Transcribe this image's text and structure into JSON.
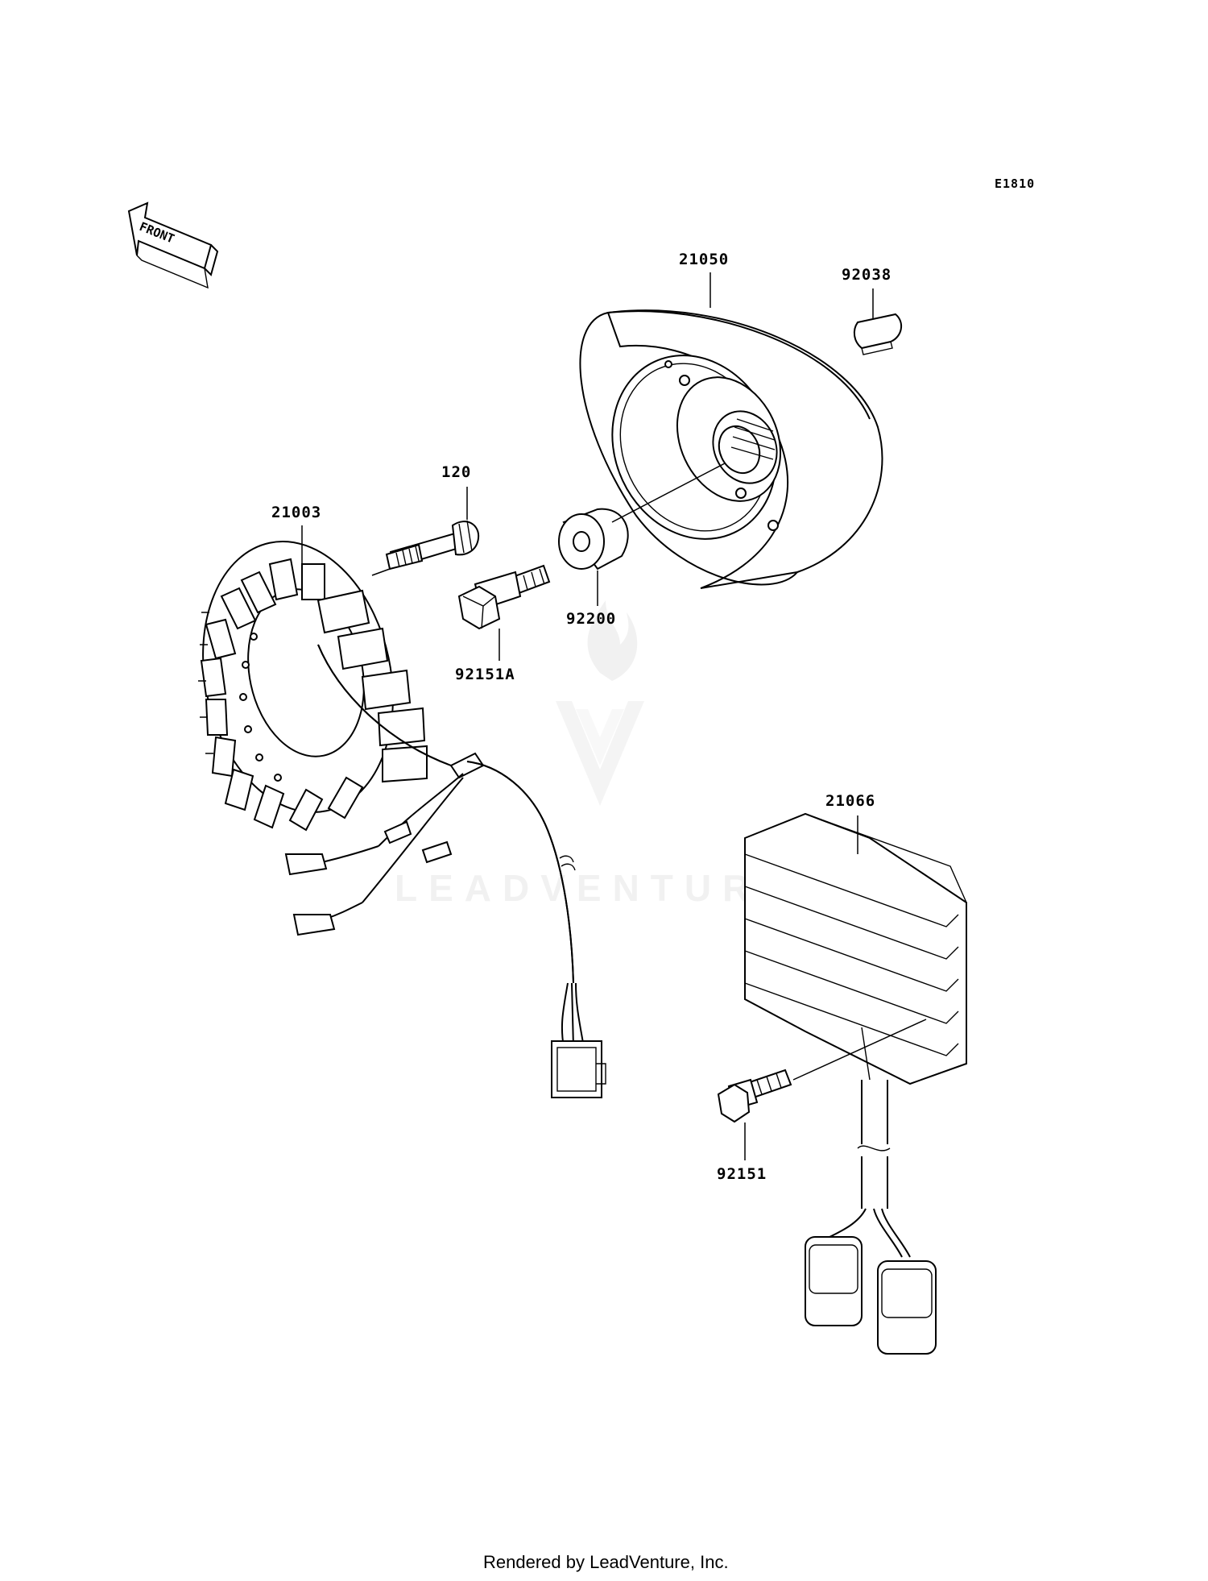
{
  "diagram_id": "E1810",
  "front_label": "FRONT",
  "watermark": "LEADVENTURE",
  "footer": "Rendered by LeadVenture, Inc.",
  "parts": {
    "flywheel": "21050",
    "key": "92038",
    "bolt_120": "120",
    "stator": "21003",
    "bolt_92151a": "92151A",
    "washer": "92200",
    "regulator": "21066",
    "bolt_92151": "92151"
  }
}
